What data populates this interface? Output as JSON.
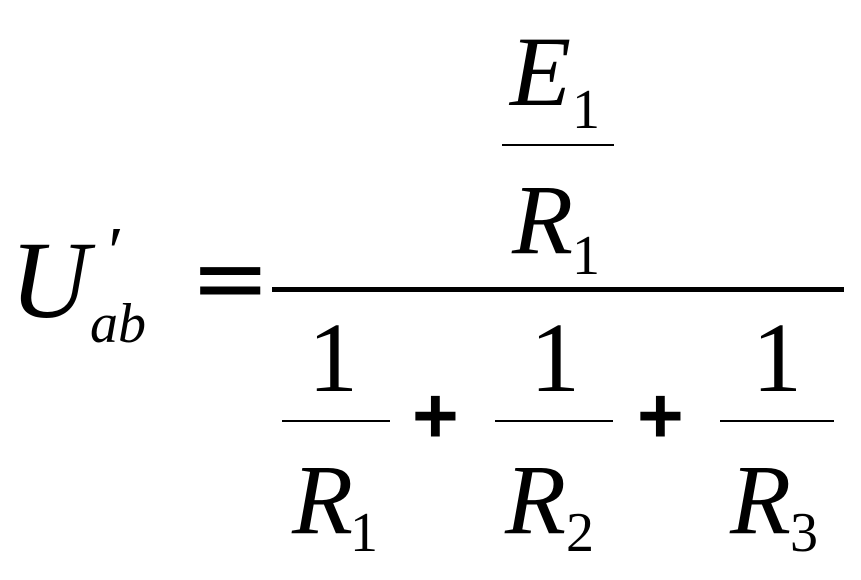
{
  "formula": {
    "lhs": {
      "symbol": "U",
      "prime": "′",
      "subscript": "ab"
    },
    "equals": "=",
    "numerator": {
      "top": {
        "symbol": "E",
        "subscript": "1"
      },
      "bottom": {
        "symbol": "R",
        "subscript": "1"
      }
    },
    "denominator": {
      "terms": [
        {
          "numerator": "1",
          "symbol": "R",
          "subscript": "1"
        },
        {
          "numerator": "1",
          "symbol": "R",
          "subscript": "2"
        },
        {
          "numerator": "1",
          "symbol": "R",
          "subscript": "3"
        }
      ],
      "operators": [
        "+",
        "+"
      ]
    }
  }
}
